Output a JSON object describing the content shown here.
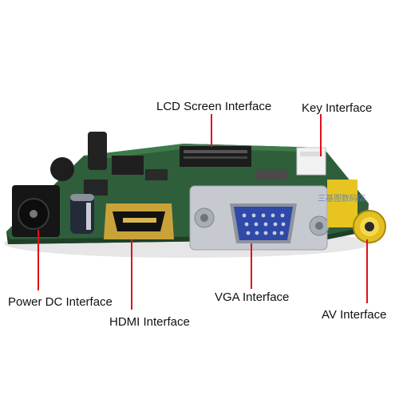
{
  "image": {
    "subject": "LCD controller driver board with labeled connectors",
    "background_color": "#ffffff",
    "callout_color": "#e0101a"
  },
  "labels": {
    "lcd_screen": "LCD Screen Interface",
    "key": "Key Interface",
    "power_dc": "Power DC Interface",
    "hdmi": "HDMI Interface",
    "vga": "VGA Interface",
    "av": "AV Interface"
  },
  "watermark": "三基图数码店"
}
